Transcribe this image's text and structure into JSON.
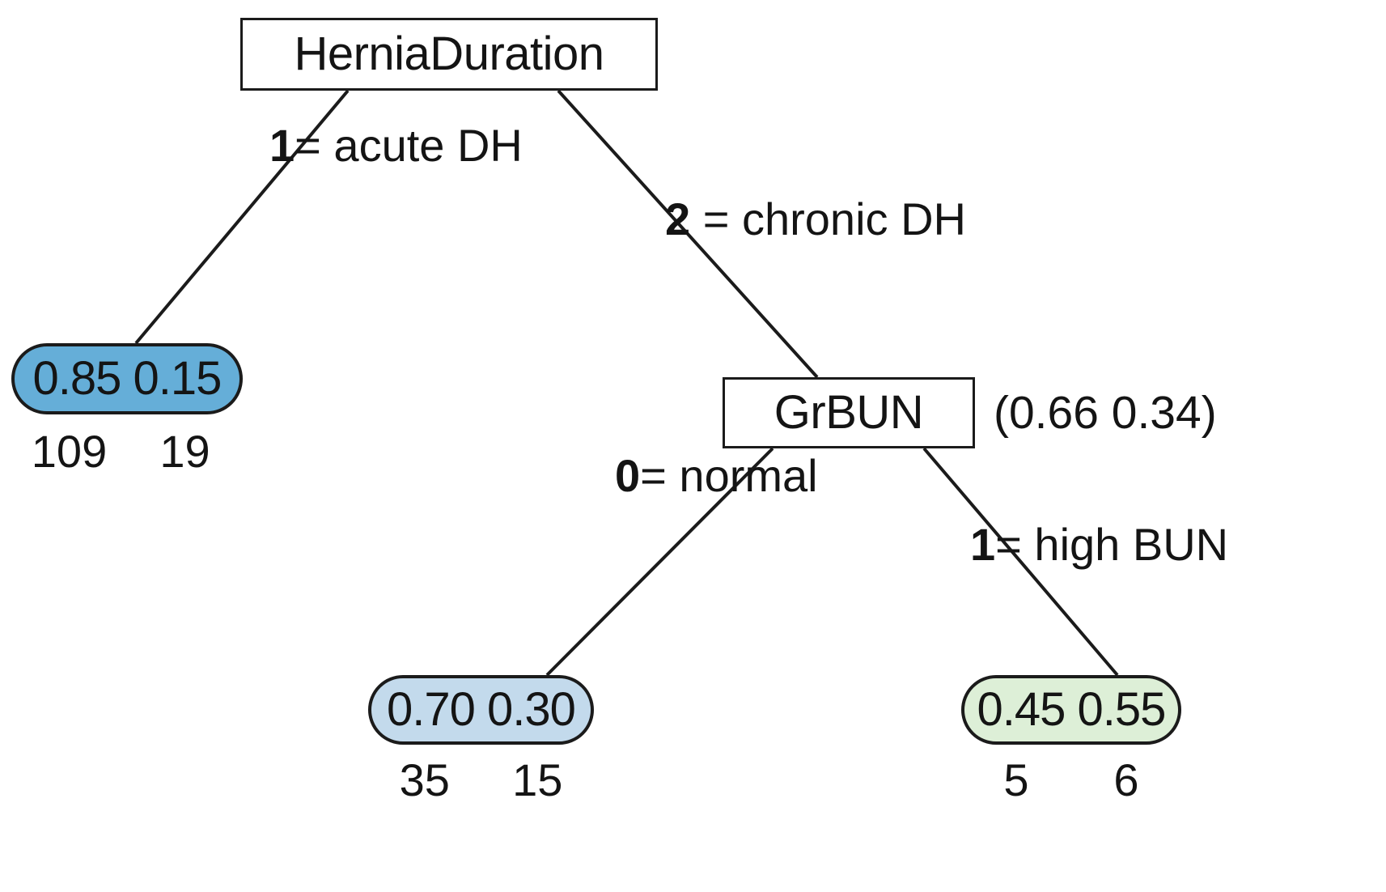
{
  "diagram": {
    "type": "decision-tree",
    "title": "HerniaDuration decision tree",
    "colors": {
      "leaf_acute_fill": "#65aed8",
      "leaf_chronic_normal_fill": "#c3daec",
      "leaf_chronic_high_fill": "#ddefd7",
      "node_border": "#1b1b1b",
      "text": "#141414",
      "background": "#ffffff"
    },
    "nodes": {
      "root": {
        "label": "HerniaDuration",
        "kind": "split"
      },
      "grbun": {
        "label": "GrBUN",
        "kind": "split",
        "proba_annotation": "(0.66 0.34)"
      }
    },
    "leaves": [
      {
        "id": "acute",
        "proba_text": "0.85 0.15",
        "proba": [
          0.85,
          0.15
        ],
        "counts": [
          "109",
          "19"
        ],
        "fill": "#65aed8"
      },
      {
        "id": "chronic-normal",
        "proba_text": "0.70 0.30",
        "proba": [
          0.7,
          0.3
        ],
        "counts": [
          "35",
          "15"
        ],
        "fill": "#c3daec"
      },
      {
        "id": "chronic-high",
        "proba_text": "0.45 0.55",
        "proba": [
          0.45,
          0.55
        ],
        "counts": [
          "5",
          "6"
        ],
        "fill": "#ddefd7"
      }
    ],
    "edges": [
      {
        "id": "acute",
        "value": "1",
        "desc": "= acute DH",
        "from": "root",
        "to": "leaf-acute"
      },
      {
        "id": "chronic",
        "value": "2",
        "desc": "= chronic DH",
        "from": "root",
        "to": "grbun"
      },
      {
        "id": "normal",
        "value": "0",
        "desc": "= normal",
        "from": "grbun",
        "to": "leaf-chronic-normal"
      },
      {
        "id": "high",
        "value": "1",
        "desc": "= high BUN",
        "from": "grbun",
        "to": "leaf-chronic-high"
      }
    ]
  }
}
